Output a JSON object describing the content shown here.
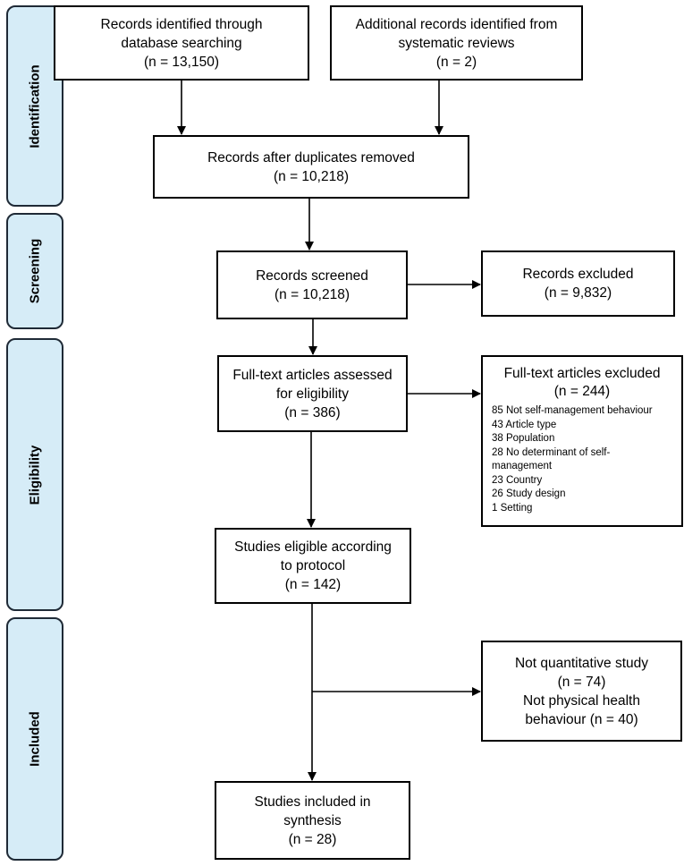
{
  "phases": {
    "identification": "Identification",
    "screening": "Screening",
    "eligibility": "Eligibility",
    "included": "Included"
  },
  "boxes": {
    "database": {
      "line1": "Records identified through",
      "line2": "database searching",
      "line3": "(n = 13,150)"
    },
    "additional": {
      "line1": "Additional records identified from",
      "line2": "systematic reviews",
      "line3": "(n = 2)"
    },
    "duplicates": {
      "line1": "Records after duplicates removed",
      "line2": "(n = 10,218)"
    },
    "screened": {
      "line1": "Records screened",
      "line2": "(n = 10,218)"
    },
    "excluded": {
      "line1": "Records excluded",
      "line2": "(n = 9,832)"
    },
    "fulltext": {
      "line1": "Full-text articles assessed",
      "line2": "for eligibility",
      "line3": "(n = 386)"
    },
    "fulltext_excluded": {
      "line1": "Full-text articles excluded",
      "line2": "(n = 244)",
      "reasons": [
        "85 Not self-management behaviour",
        "43 Article type",
        "38 Population",
        "28 No determinant of self-",
        "management",
        "23 Country",
        "26 Study design",
        "1 Setting"
      ]
    },
    "eligible": {
      "line1": "Studies eligible according",
      "line2": "to protocol",
      "line3": "(n = 142)"
    },
    "not_quant": {
      "line1": "Not quantitative study",
      "line2": "(n = 74)",
      "line3": "Not physical health",
      "line4": "behaviour (n = 40)"
    },
    "included": {
      "line1": "Studies included in",
      "line2": "synthesis",
      "line3": "(n = 28)"
    }
  },
  "colors": {
    "phase_fill": "#d6ecf7",
    "phase_border": "#1f2a36",
    "box_border": "#000000"
  }
}
